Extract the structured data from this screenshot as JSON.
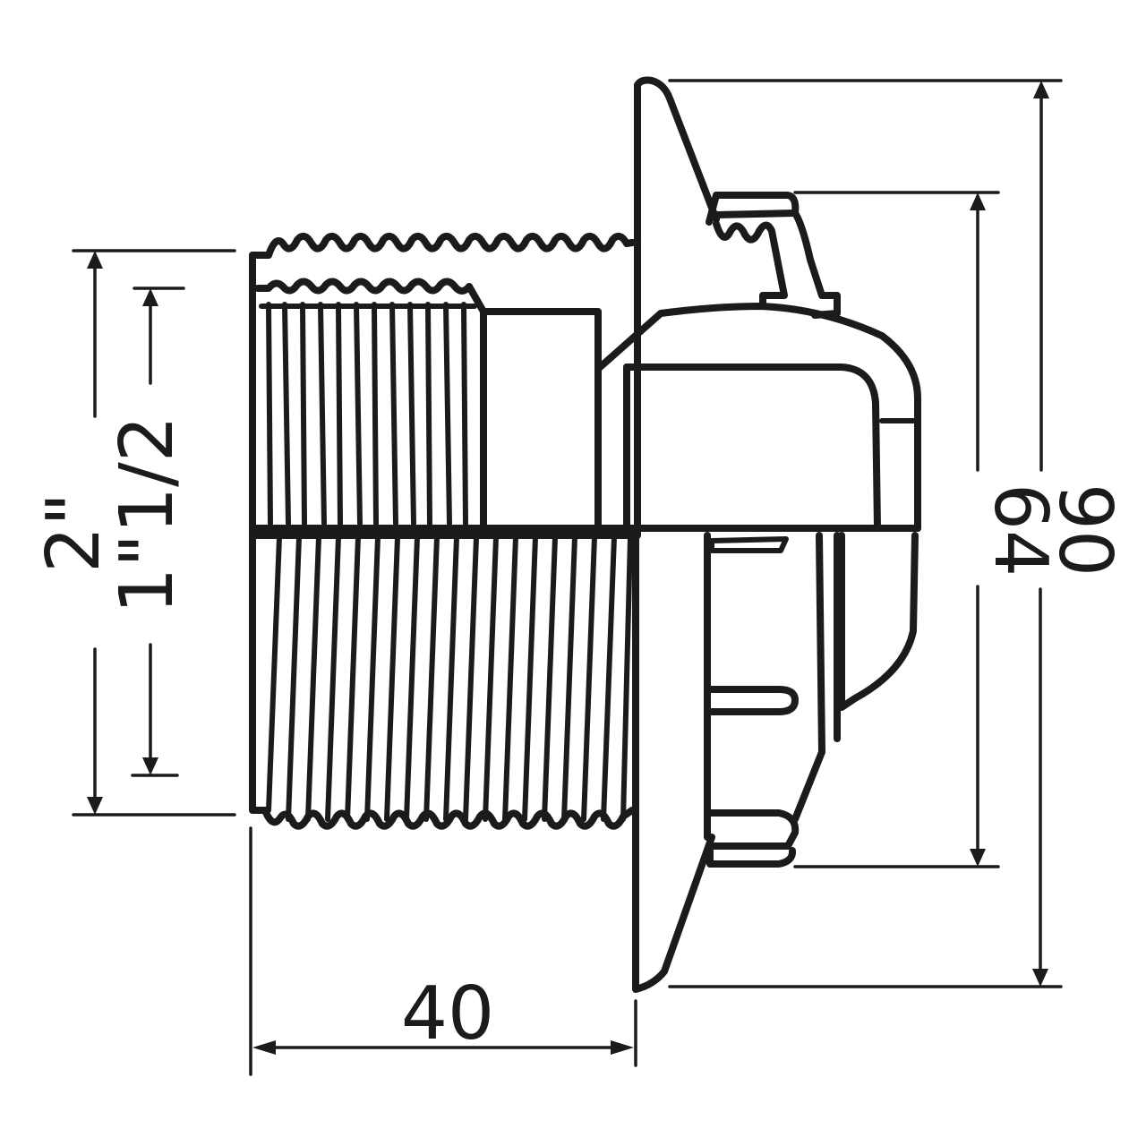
{
  "drawing": {
    "subject": "threaded wall fitting / nozzle side elevation",
    "line_color": "#1c1a1c",
    "background": "#ffffff"
  },
  "dimensions": {
    "outer_thread": {
      "label": "2\"",
      "orientation": "vertical",
      "side": "left"
    },
    "inner_thread": {
      "label": "1\"1/2",
      "orientation": "vertical",
      "side": "left"
    },
    "length": {
      "label": "40",
      "orientation": "horizontal",
      "side": "bottom",
      "unit": "mm"
    },
    "inner_diameter": {
      "label": "64",
      "orientation": "vertical",
      "side": "right",
      "unit": "mm"
    },
    "flange_diameter": {
      "label": "90",
      "orientation": "vertical",
      "side": "right",
      "unit": "mm"
    }
  }
}
